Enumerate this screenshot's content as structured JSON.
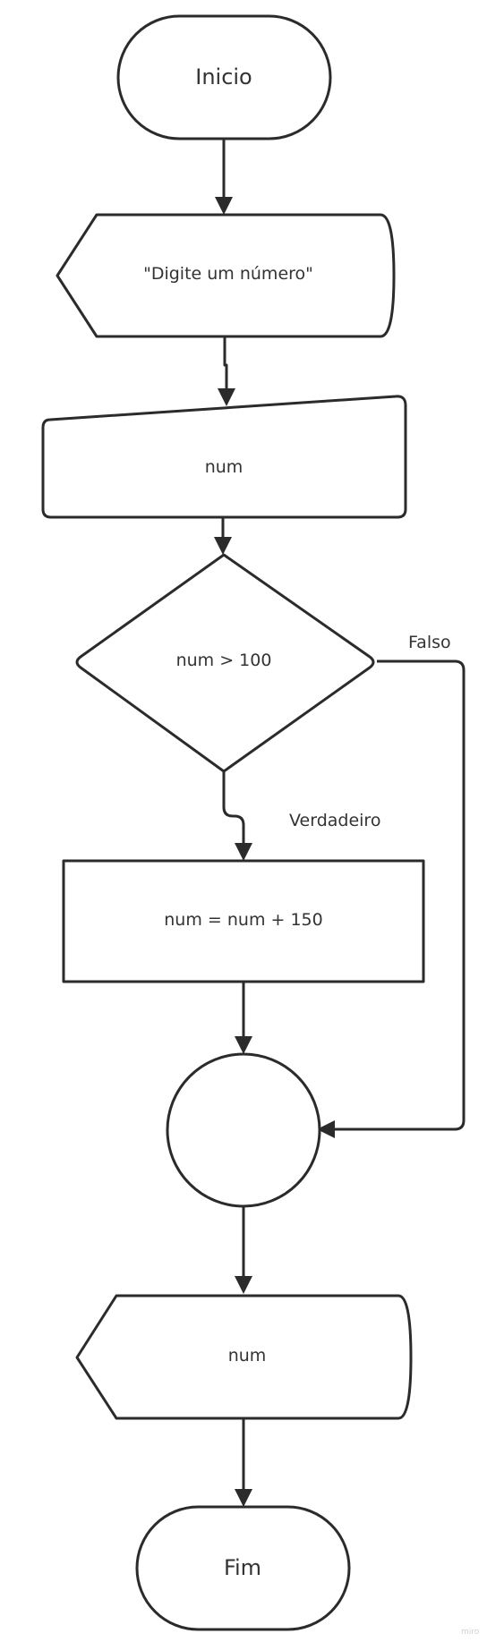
{
  "nodes": {
    "start": "Inicio",
    "prompt": "\"Digite um número\"",
    "input": "num",
    "decision": "num > 100",
    "process": "num = num + 150",
    "connector": "",
    "output": "num",
    "end": "Fim"
  },
  "edges": {
    "false_label": "Falso",
    "true_label": "Verdadeiro"
  },
  "watermark": "miro",
  "colors": {
    "stroke": "#2b2b2b",
    "text": "#333333",
    "background": "#ffffff"
  }
}
